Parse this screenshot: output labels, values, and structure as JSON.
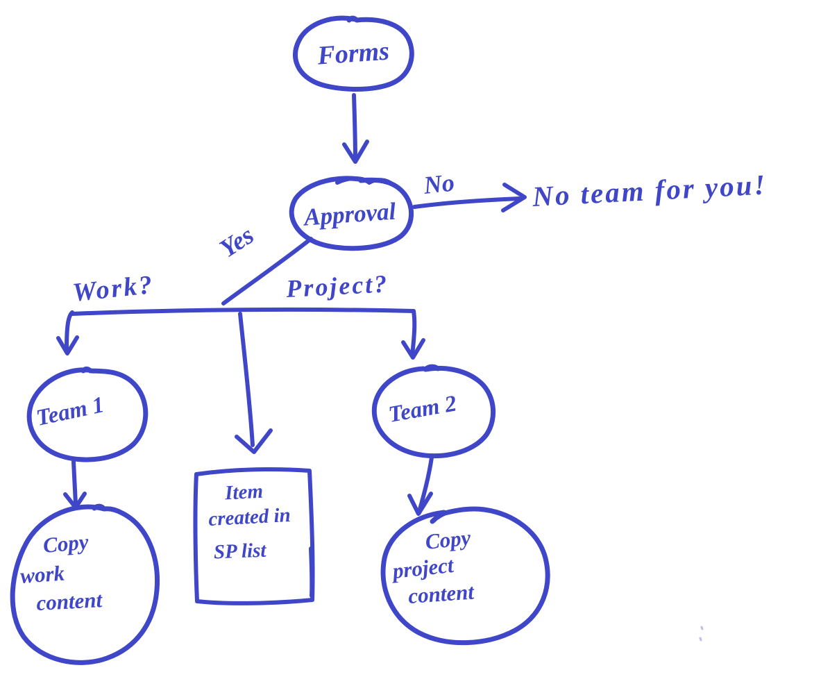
{
  "ink_color": "#3f46c8",
  "background_color": "#ffffff",
  "diagram": {
    "type": "hand-drawn flowchart",
    "nodes": {
      "forms": {
        "shape": "ellipse",
        "label": "Forms"
      },
      "approval": {
        "shape": "ellipse",
        "label": "Approval"
      },
      "team1": {
        "shape": "ellipse",
        "label": "Team 1"
      },
      "team2": {
        "shape": "ellipse",
        "label": "Team 2"
      },
      "sp_item": {
        "shape": "rectangle",
        "lines": [
          "Item",
          "created in",
          "SP list"
        ]
      },
      "copy_work": {
        "shape": "blob",
        "lines": [
          "Copy",
          "work",
          "content"
        ]
      },
      "copy_project": {
        "shape": "blob",
        "lines": [
          "Copy",
          "project",
          "content"
        ]
      }
    },
    "edges": [
      {
        "from": "forms",
        "to": "approval",
        "label": ""
      },
      {
        "from": "approval",
        "to": "no_team_note",
        "label": "No"
      },
      {
        "from": "approval",
        "to": "branch",
        "label": "Yes"
      },
      {
        "from": "branch",
        "to": "team1",
        "label": "Work?"
      },
      {
        "from": "branch",
        "to": "sp_item",
        "label": ""
      },
      {
        "from": "branch",
        "to": "team2",
        "label": "Project?"
      },
      {
        "from": "team1",
        "to": "copy_work",
        "label": ""
      },
      {
        "from": "team2",
        "to": "copy_project",
        "label": ""
      }
    ],
    "edge_labels": {
      "no": "No",
      "yes": "Yes",
      "work": "Work?",
      "project": "Project?"
    },
    "annotations": {
      "no_team": "No team for you!"
    }
  }
}
